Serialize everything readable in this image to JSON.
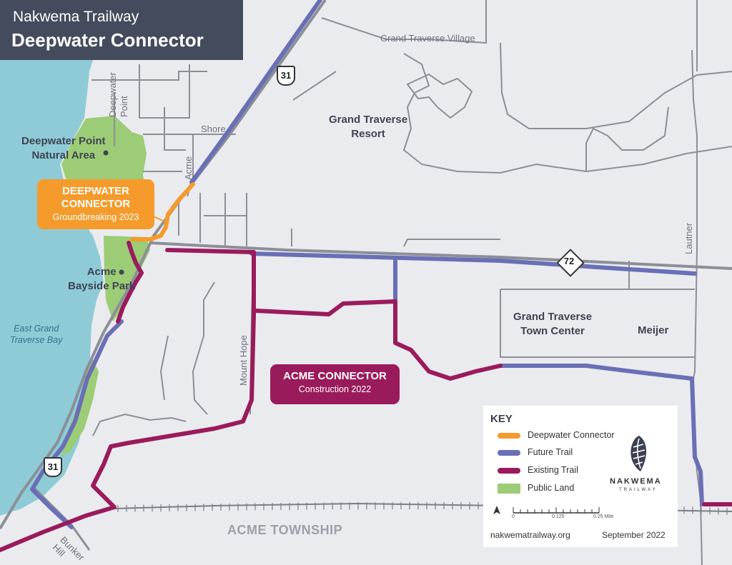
{
  "title": {
    "line1": "Nakwema Trailway",
    "line2": "Deepwater Connector"
  },
  "colors": {
    "water": "#8ecbd7",
    "land": "#eaebee",
    "public_land": "#9ccc76",
    "road": "#8b8f97",
    "future_trail": "#6a6fb5",
    "existing_trail": "#9a1b5c",
    "deepwater_connector": "#f59b2b",
    "title_bg": "#434b5c"
  },
  "places": {
    "deepwater_point": "Deepwater Point\nNatural Area",
    "acme_bayside": "Acme\nBayside Park",
    "gt_resort": "Grand Traverse\nResort",
    "gt_town_center": "Grand Traverse\nTown Center",
    "meijer": "Meijer",
    "bay": "East Grand\nTraverse Bay",
    "township": "ACME TOWNSHIP"
  },
  "roads": {
    "deepwater_point": "Deepwater\nPoint",
    "shore": "Shore",
    "acme": "Acme",
    "gt_village": "Grand Traverse Village",
    "mount_hope": "Mount Hope",
    "lautner": "Lautner",
    "bunker_hill": "Bunker\nHill"
  },
  "shields": {
    "us31": "31",
    "m72": "72"
  },
  "callouts": {
    "deepwater": {
      "title": "DEEPWATER\nCONNECTOR",
      "sub": "Groundbreaking 2023"
    },
    "acme": {
      "title": "ACME CONNECTOR",
      "sub": "Construction  2022"
    }
  },
  "key": {
    "title": "KEY",
    "items": [
      {
        "label": "Deepwater Connector",
        "color": "#f59b2b",
        "kind": "line"
      },
      {
        "label": "Future Trail",
        "color": "#6a6fb5",
        "kind": "line"
      },
      {
        "label": "Existing Trail",
        "color": "#9a1b5c",
        "kind": "line"
      },
      {
        "label": "Public Land",
        "color": "#9ccc76",
        "kind": "area"
      }
    ],
    "scale_labels": [
      "0",
      "0.125",
      "0.25 Mile"
    ],
    "website": "nakwematrailway.org",
    "date": "September 2022",
    "logo_name": "NAKWEMA",
    "logo_sub": "TRAILWAY"
  }
}
